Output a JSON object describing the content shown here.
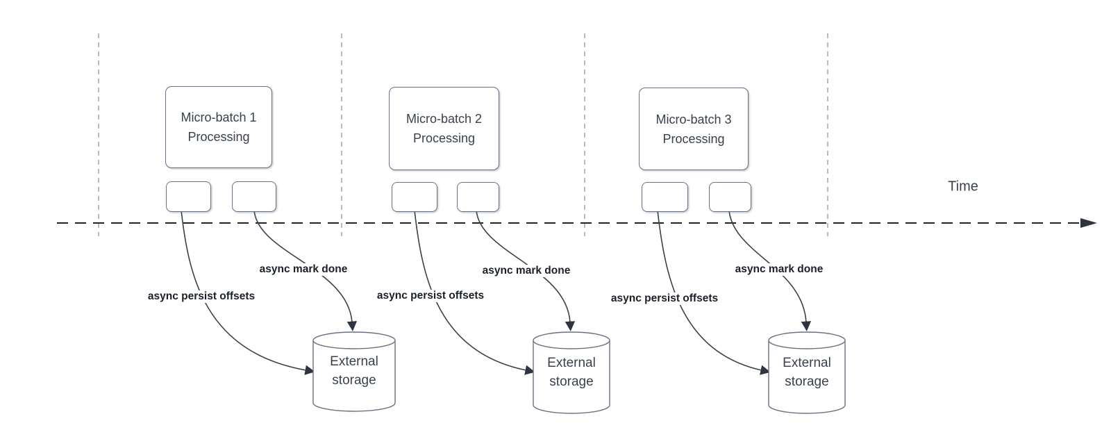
{
  "diagram": {
    "time_label": "Time",
    "batches": [
      {
        "title_line1": "Micro-batch 1",
        "title_line2": "Processing",
        "persist_label": "async persist offsets",
        "mark_done_label": "async mark done",
        "storage_line1": "External",
        "storage_line2": "storage"
      },
      {
        "title_line1": "Micro-batch 2",
        "title_line2": "Processing",
        "persist_label": "async persist offsets",
        "mark_done_label": "async mark done",
        "storage_line1": "External",
        "storage_line2": "storage"
      },
      {
        "title_line1": "Micro-batch 3",
        "title_line2": "Processing",
        "persist_label": "async persist offsets",
        "mark_done_label": "async mark done",
        "storage_line1": "External",
        "storage_line2": "storage"
      }
    ],
    "colors": {
      "edge": "#3a4149",
      "arrowhead": "#2e3440",
      "shape_border": "#6a7280",
      "guide_line": "#a6a9ad",
      "axis": "#1f2329",
      "title_text": "#39404c",
      "label_text": "#1a1f28"
    }
  }
}
